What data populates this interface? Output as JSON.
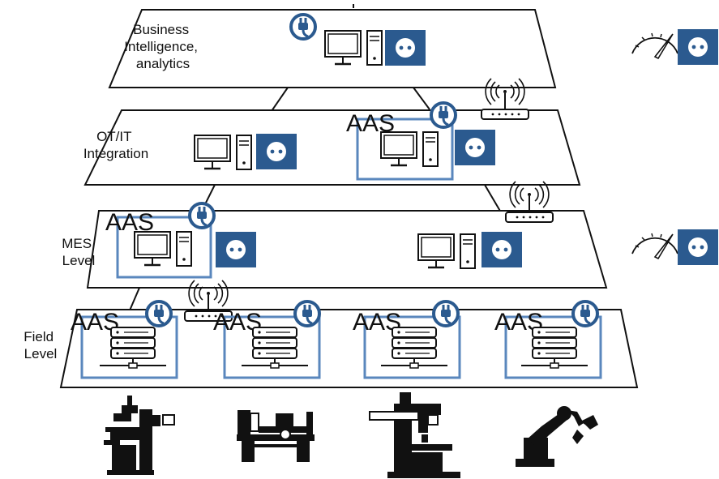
{
  "levels": [
    {
      "id": "bi",
      "label_lines": [
        "Business",
        "Intelligence,",
        "analytics"
      ]
    },
    {
      "id": "otit",
      "label_lines": [
        "OT/IT",
        "Integration"
      ]
    },
    {
      "id": "mes",
      "label_lines": [
        "MES",
        "Level"
      ]
    },
    {
      "id": "field",
      "label_lines": [
        "Field",
        "Level"
      ]
    }
  ],
  "aas_label": "AAS",
  "icons": {
    "brand_color": "#2b5a8f",
    "frame_color": "#5a87bd",
    "plug": "power-plug-icon",
    "socket": "socket-icon",
    "computer": "computer-icon",
    "server": "server-icon",
    "router": "wifi-router-icon",
    "gauge": "speedometer-icon"
  },
  "machines": [
    "milling-machine-icon",
    "lathe-icon",
    "drill-press-icon",
    "robot-arm-icon"
  ]
}
